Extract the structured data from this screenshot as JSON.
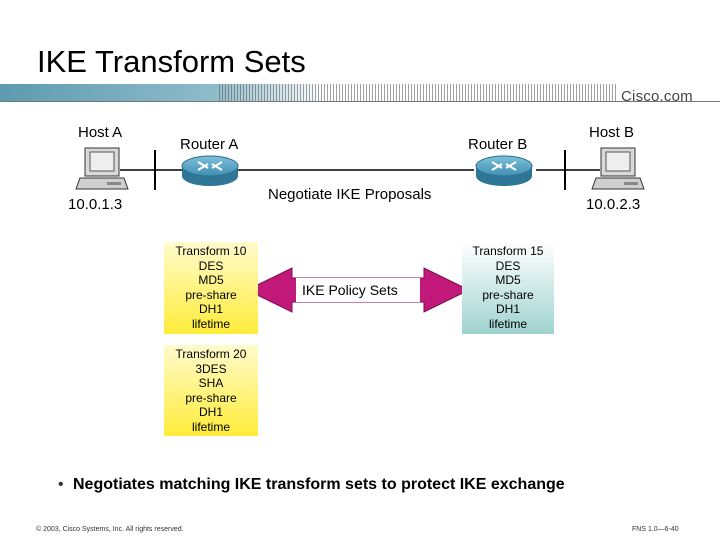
{
  "slide": {
    "title": "IKE Transform Sets",
    "logo": "Cisco.com",
    "bullet": "Negotiates matching IKE transform sets to protect IKE exchange",
    "footer_left": "© 2003, Cisco Systems, Inc. All rights reserved.",
    "footer_right": "FNS 1.0—6-40"
  },
  "diagram": {
    "host_a": "Host A",
    "host_b": "Host B",
    "router_a": "Router A",
    "router_b": "Router B",
    "ip_a": "10.0.1.3",
    "ip_b": "10.0.2.3",
    "link_label": "Negotiate IKE Proposals",
    "arrow_label": "IKE Policy Sets",
    "transform_10": "Transform 10\nDES\nMD5\npre-share\nDH1\nlifetime",
    "transform_20": "Transform 20\n3DES\nSHA\npre-share\nDH1\nlifetime",
    "transform_15": "Transform 15\nDES\nMD5\npre-share\nDH1\nlifetime"
  },
  "colors": {
    "header_bar": "#6aa3b5",
    "router_blue": "#3f8fb0",
    "arrow_magenta": "#c2187a",
    "box_yellow": "#ffec3a",
    "box_teal": "#9fd3cf"
  }
}
